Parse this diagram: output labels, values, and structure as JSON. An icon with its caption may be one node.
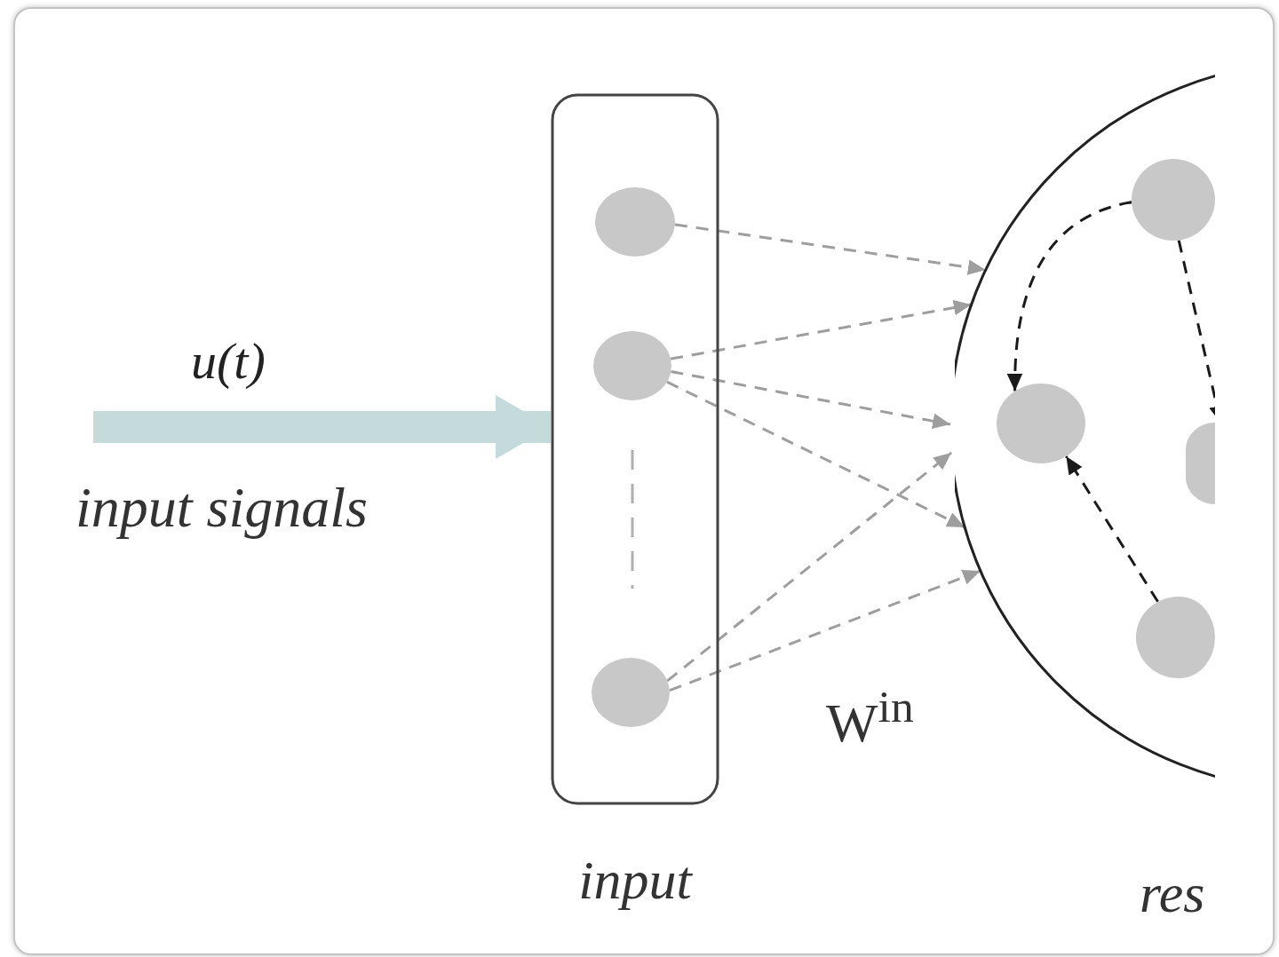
{
  "diagram": {
    "nodes": [
      {
        "text": [
          "input"
        ]
      },
      {
        "text": [],
        "shape": "circle",
        "in": 0
      },
      {
        "text": [],
        "shape": "circle",
        "in": 0
      },
      {
        "text": [],
        "shape": "circle",
        "in": 0
      },
      {
        "text": [
          "res"
        ]
      },
      {
        "text": [],
        "shape": "circle",
        "in": 4
      },
      {
        "text": [],
        "shape": "circle",
        "in": 4
      },
      {
        "text": [],
        "shape": "circle",
        "in": 4
      },
      {
        "text": [],
        "shape": "circle",
        "in": 4
      }
    ],
    "edges": [
      {
        "from": null,
        "to": 0,
        "arrow": "to",
        "label": "u(t)",
        "style": "thick",
        "color": "#c5dada"
      },
      {
        "from": 1,
        "to": 4,
        "arrow": "to",
        "style": "dashed"
      },
      {
        "from": 2,
        "to": 4,
        "arrow": "to",
        "style": "dashed"
      },
      {
        "from": 2,
        "to": 4,
        "arrow": "to",
        "style": "dashed"
      },
      {
        "from": 2,
        "to": 4,
        "arrow": "to",
        "style": "dashed"
      },
      {
        "from": 3,
        "to": 4,
        "arrow": "to",
        "style": "dashed"
      },
      {
        "from": 3,
        "to": 4,
        "arrow": "to",
        "style": "dashed"
      },
      {
        "from": 5,
        "to": 6,
        "arrow": "to",
        "style": "dashed",
        "color": "#1a1a1a"
      },
      {
        "from": 5,
        "to": 7,
        "arrow": "to",
        "style": "dashed",
        "color": "#1a1a1a"
      },
      {
        "from": 8,
        "to": 6,
        "arrow": "to",
        "style": "dashed",
        "color": "#1a1a1a"
      }
    ],
    "labels": [
      "input signals",
      "W$^{in}$"
    ]
  }
}
